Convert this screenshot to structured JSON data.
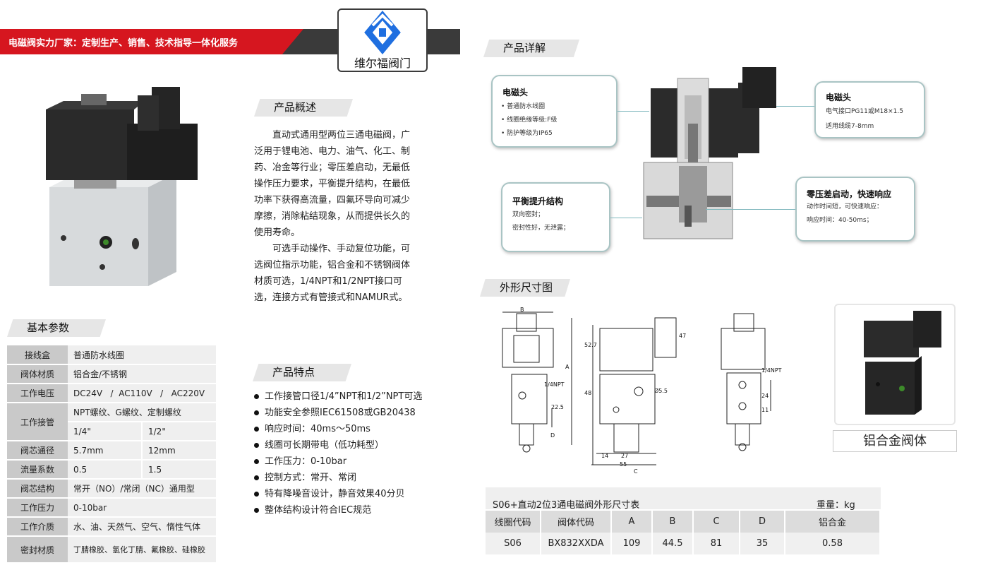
{
  "banner": {
    "text": "电磁阀实力厂家：定制生产、销售、技术指导一体化服务"
  },
  "logo": {
    "text": "维尔福阀门"
  },
  "overview": {
    "title": "产品概述",
    "p1_lines": [
      "直动式通用型两位三通电磁阀，广",
      "泛用于锂电池、电力、油气、化工、制",
      "药、冶金等行业；零压差启动，无最低",
      "操作压力要求，平衡提升结构，在最低",
      "功率下获得高流量，四氟环导向可减少",
      "摩擦，消除粘结现象，从而提供长久的",
      "使用寿命。"
    ],
    "p2_lines": [
      "可选手动操作、手动复位功能，可",
      "选阀位指示功能，铝合金和不锈钢阀体",
      "材质可选，1/4NPT和1/2NPT接口可",
      "选，连接方式有管接式和NAMUR式。"
    ]
  },
  "params": {
    "title": "基本参数",
    "rows": [
      {
        "label": "接线盒",
        "value": "普通防水线圈"
      },
      {
        "label": "阀体材质",
        "value": "铝合金/不锈钢"
      },
      {
        "label": "工作电压",
        "value": "DC24V   /  AC110V   /   AC220V"
      },
      {
        "label": "工作接管",
        "value": "NPT螺纹、G螺纹、定制螺纹",
        "sub": [
          "1/4\"",
          "1/2\""
        ]
      },
      {
        "label": "阀芯通径",
        "v1": "5.7mm",
        "v2": "12mm"
      },
      {
        "label": "流量系数",
        "v1": "0.5",
        "v2": "1.5"
      },
      {
        "label": "阀芯结构",
        "value": "常开（NO）/常闭（NC）通用型"
      },
      {
        "label": "工作压力",
        "value": "0-10bar"
      },
      {
        "label": "工作介质",
        "value": "水、油、天然气、空气、惰性气体"
      },
      {
        "label": "密封材质",
        "value": "丁腈橡胶、氢化丁腈、氟橡胶、硅橡胶"
      }
    ]
  },
  "features": {
    "title": "产品特点",
    "items": [
      "工作接管口径1/4”NPT和1/2”NPT可选",
      "功能安全参照IEC61508或GB20438",
      "响应时间：40ms～50ms",
      "线圈可长期带电（低功耗型）",
      "工作压力：0-10bar",
      "控制方式：常开、常闭",
      "特有降噪音设计，静音效果40分贝",
      "整体结构设计符合IEC规范"
    ]
  },
  "details": {
    "title": "产品详解",
    "coil_left": {
      "title": "电磁头",
      "lines": [
        "• 普通防水线圈",
        "• 线圈绝缘等级:F级",
        "• 防护等级为IP65"
      ]
    },
    "coil_right": {
      "title": "电磁头",
      "lines": [
        "电气接口PG11或M18×1.5",
        "适用线缆7-8mm"
      ]
    },
    "balance": {
      "title": "平衡提升结构",
      "lines": [
        "双向密封；",
        "密封性好，无泄露；"
      ]
    },
    "zero": {
      "title": "零压差启动，快速响应",
      "lines": [
        "动作时间短，可快速响应：",
        "响应时间：40-50ms；"
      ]
    }
  },
  "dimensions": {
    "title": "外形尺寸图",
    "labels": {
      "B": "B",
      "A": "A",
      "D": "D",
      "C": "C",
      "npt": "1/4NPT",
      "h1": "52.7",
      "h2": "48",
      "h3": "47",
      "d": "Ø5.5",
      "w1": "14",
      "w2": "27",
      "w3": "55",
      "v1": "22.5",
      "v2": "24",
      "v3": "11"
    },
    "photo_caption": "铝合金阀体"
  },
  "dim_table": {
    "title": "S06+直动2位3通电磁阀外形尺寸表",
    "weight": "重量：kg",
    "headers": [
      "线圈代码",
      "阀体代码",
      "A",
      "B",
      "C",
      "D",
      "铝合金"
    ],
    "row": [
      "S06",
      "BX832XXDA",
      "109",
      "44.5",
      "81",
      "35",
      "0.58"
    ]
  },
  "colors": {
    "red": "#d6161f",
    "dark": "#3a3a3a",
    "logo_blue": "#1f6fe0",
    "callout_border": "#a9c4c4"
  }
}
